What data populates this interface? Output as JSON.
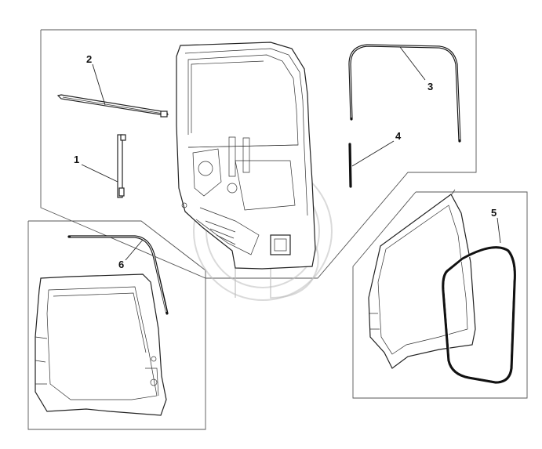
{
  "callouts": [
    {
      "id": "1",
      "label": "1"
    },
    {
      "id": "2",
      "label": "2"
    },
    {
      "id": "3",
      "label": "3"
    },
    {
      "id": "4",
      "label": "4"
    },
    {
      "id": "5",
      "label": "5"
    },
    {
      "id": "6",
      "label": "6"
    }
  ],
  "colors": {
    "line": "#222222",
    "background": "#ffffff",
    "watermark": "#bbbbbb"
  }
}
